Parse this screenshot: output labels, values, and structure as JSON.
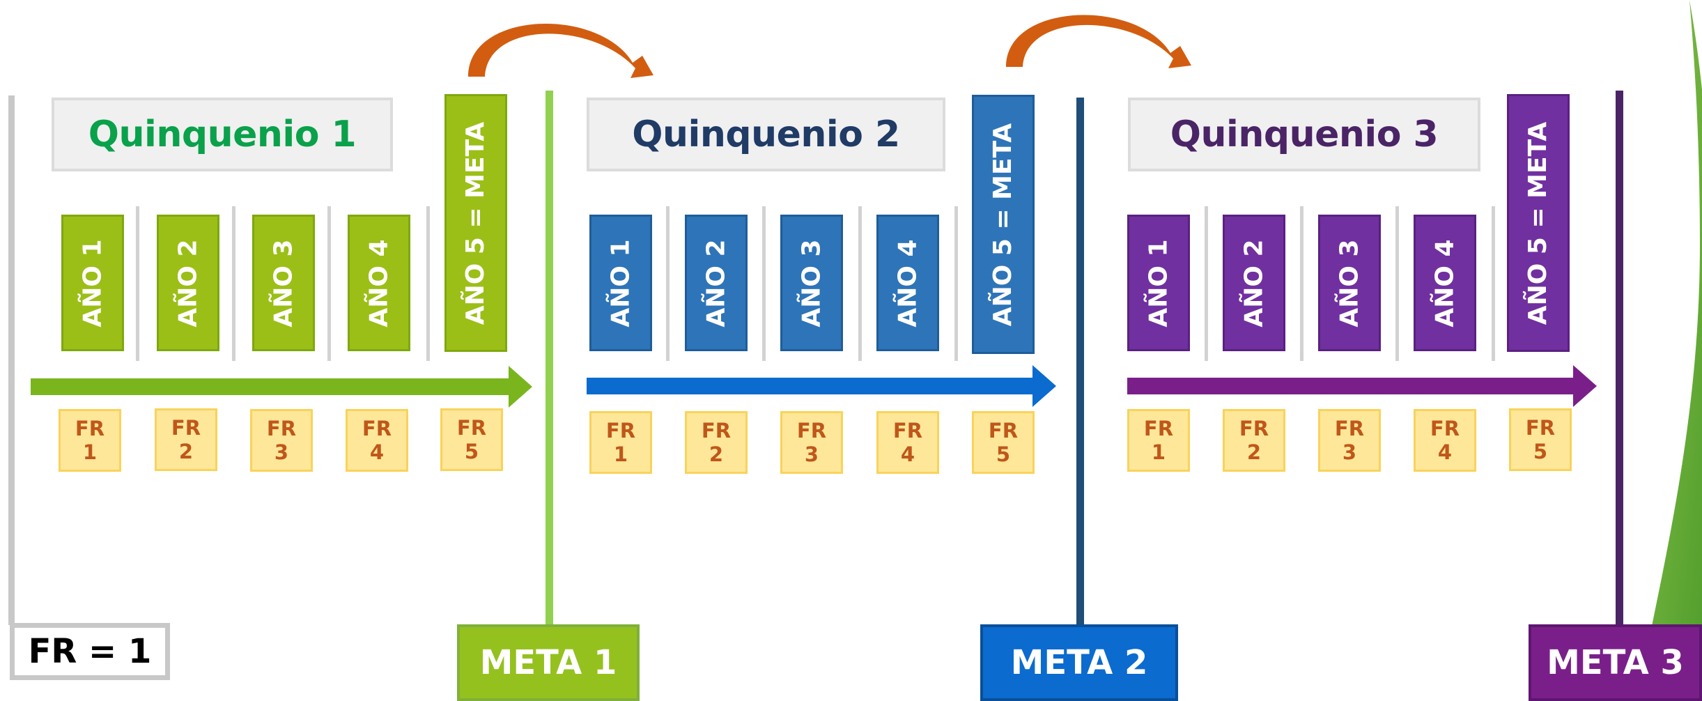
{
  "legend": {
    "label": "FR = 1"
  },
  "colors": {
    "green": "#9bbf16",
    "green_title": "#0aa14b",
    "green_meta": "#95c11f",
    "blue": "#2e74b8",
    "blue_title": "#1f3b66",
    "blue_meta": "#0b6bcf",
    "purple": "#7030a0",
    "purple_title": "#4a2466",
    "purple_meta": "#7a1f8a",
    "orange_arrow": "#d25d10",
    "fr_fill": "#ffe79a",
    "fr_text": "#c0571a"
  },
  "quinquenios": [
    {
      "title": "Quinquenio 1",
      "years": [
        "AÑO 1",
        "AÑO 2",
        "AÑO 3",
        "AÑO 4"
      ],
      "goal_year": "AÑO 5 = META",
      "fr": [
        {
          "top": "FR",
          "num": "1"
        },
        {
          "top": "FR",
          "num": "2"
        },
        {
          "top": "FR",
          "num": "3"
        },
        {
          "top": "FR",
          "num": "4"
        },
        {
          "top": "FR",
          "num": "5"
        }
      ],
      "meta": "META 1"
    },
    {
      "title": "Quinquenio 2",
      "years": [
        "AÑO 1",
        "AÑO 2",
        "AÑO 3",
        "AÑO 4"
      ],
      "goal_year": "AÑO 5 = META",
      "fr": [
        {
          "top": "FR",
          "num": "1"
        },
        {
          "top": "FR",
          "num": "2"
        },
        {
          "top": "FR",
          "num": "3"
        },
        {
          "top": "FR",
          "num": "4"
        },
        {
          "top": "FR",
          "num": "5"
        }
      ],
      "meta": "META 2"
    },
    {
      "title": "Quinquenio 3",
      "years": [
        "AÑO 1",
        "AÑO 2",
        "AÑO 3",
        "AÑO 4"
      ],
      "goal_year": "AÑO 5 = META",
      "fr": [
        {
          "top": "FR",
          "num": "1"
        },
        {
          "top": "FR",
          "num": "2"
        },
        {
          "top": "FR",
          "num": "3"
        },
        {
          "top": "FR",
          "num": "4"
        },
        {
          "top": "FR",
          "num": "5"
        }
      ],
      "meta": "META 3"
    }
  ]
}
